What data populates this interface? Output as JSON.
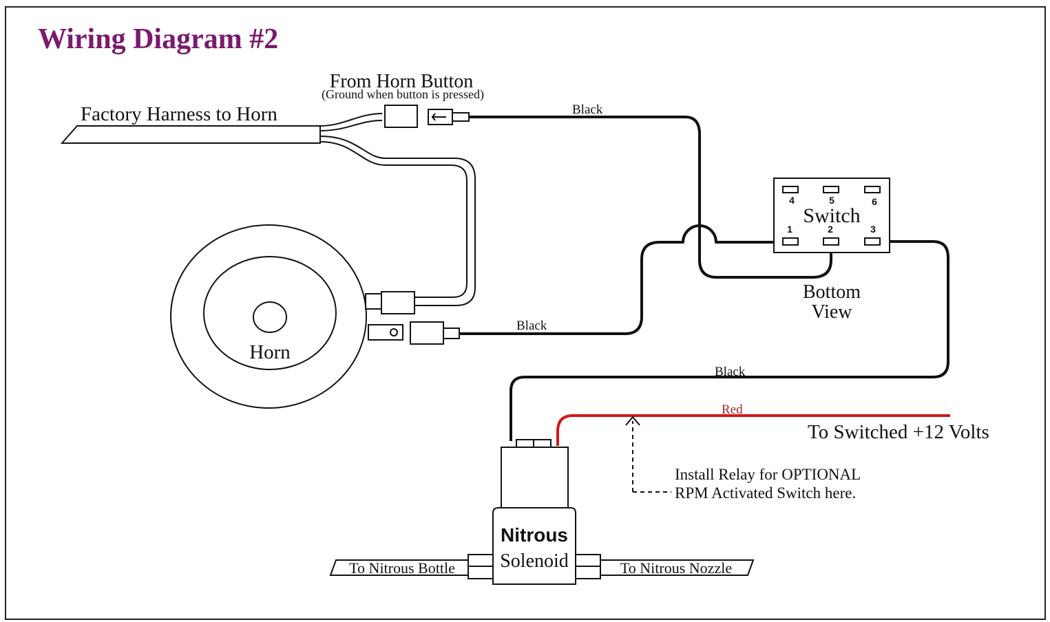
{
  "title": "Wiring Diagram #2",
  "colors": {
    "title": "#7a1a6e",
    "wire": "#111111",
    "red_wire": "#d01818",
    "frame": "#222222"
  },
  "labels": {
    "harness": "Factory Harness to Horn",
    "horn_button": "From Horn Button",
    "horn_button_note": "(Ground when button is pressed)",
    "horn": "Horn",
    "switch": "Switch",
    "bottom_view_1": "Bottom",
    "bottom_view_2": "View",
    "wire_black_top": "Black",
    "wire_black_horn": "Black",
    "wire_black_solenoid": "Black",
    "wire_red": "Red",
    "to_12v": "To Switched +12 Volts",
    "relay_note_1": "Install Relay for OPTIONAL",
    "relay_note_2": "RPM Activated Switch here.",
    "solenoid_1": "Nitrous",
    "solenoid_2": "Solenoid",
    "to_bottle": "To Nitrous Bottle",
    "to_nozzle": "To Nitrous Nozzle"
  },
  "switch_pins": [
    "1",
    "2",
    "3",
    "4",
    "5",
    "6"
  ]
}
